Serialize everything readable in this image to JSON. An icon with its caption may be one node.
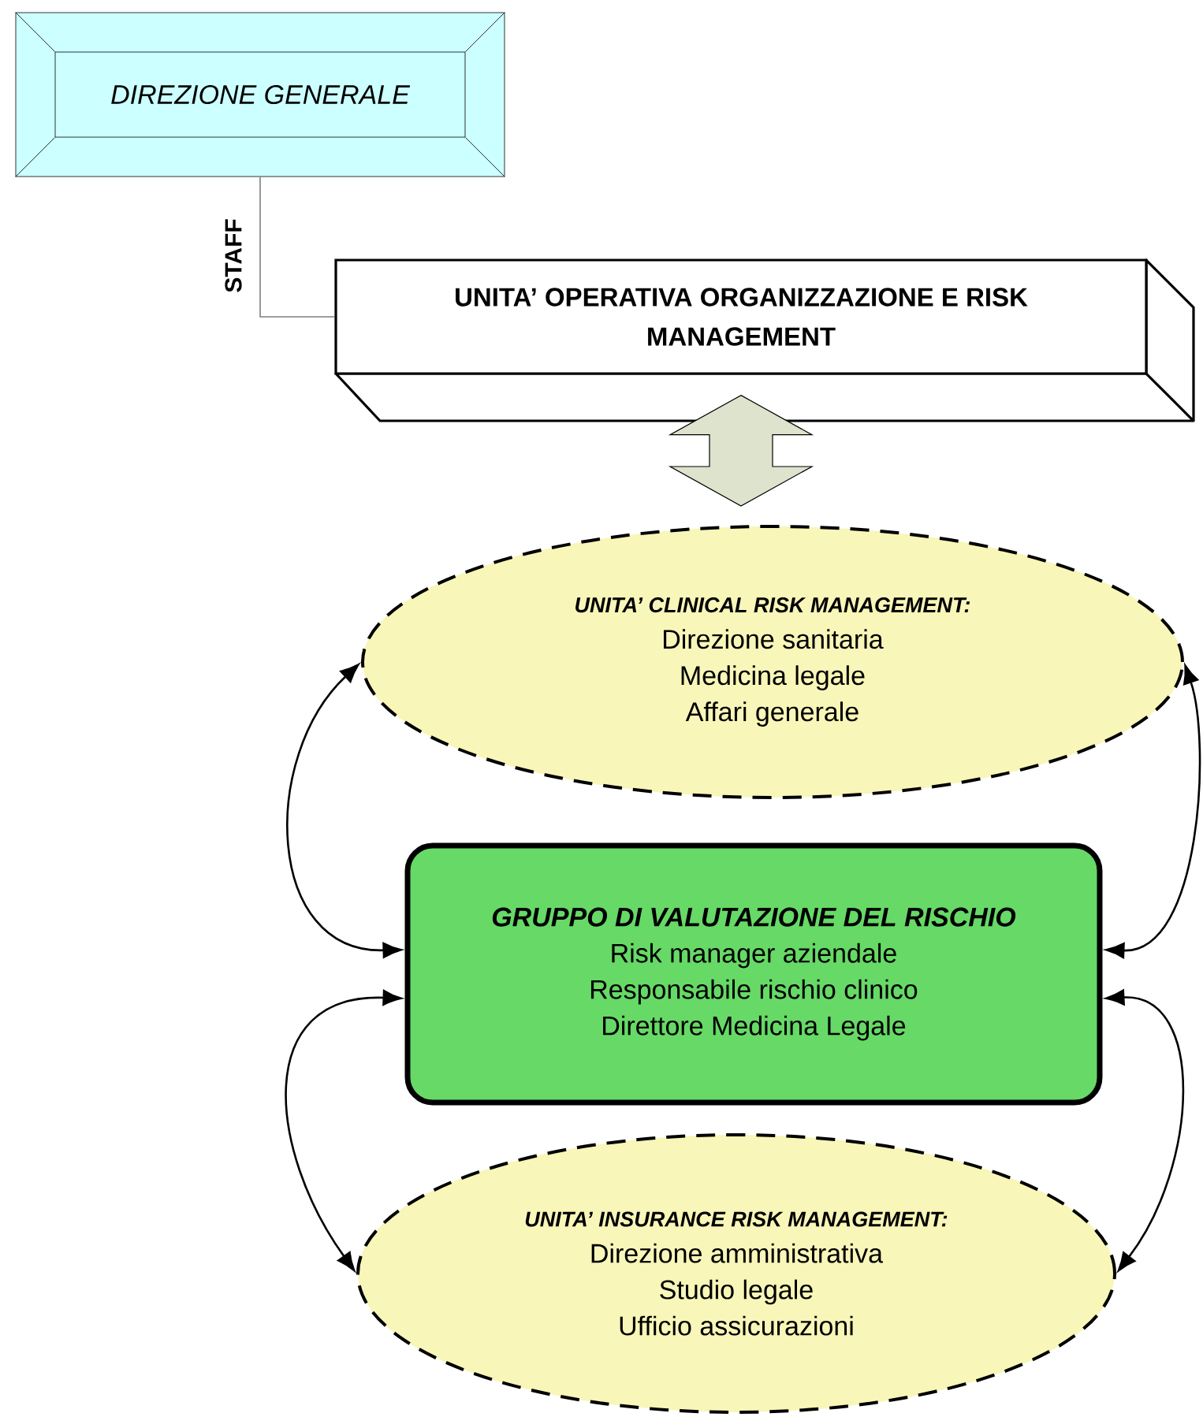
{
  "diagram": {
    "nodes": [
      {
        "text": [
          "DIREZIONE GENERALE"
        ]
      },
      {
        "text": [
          "UNITA’ OPERATIVA ORGANIZZAZIONE E RISK MANAGEMENT"
        ]
      },
      {
        "text": [
          "UNITA’ CLINICAL RISK MANAGEMENT:",
          "Direzione sanitaria",
          "Medicina legale",
          "Affari generale"
        ]
      },
      {
        "text": [
          "GRUPPO DI VALUTAZIONE DEL RISCHIO",
          "Risk manager aziendale",
          "Responsabile rischio clinico",
          "Direttore Medicina Legale"
        ]
      },
      {
        "text": [
          "UNITA’ INSURANCE RISK MANAGEMENT:",
          "Direzione amministrativa",
          "Studio legale",
          "Ufficio assicurazioni"
        ]
      }
    ],
    "edges": [
      {
        "from": 0,
        "to": 1,
        "arrow": "none",
        "label": "STAFF",
        "color": "#808080"
      },
      {
        "from": 1,
        "to": 2,
        "arrow": "both",
        "style": "thick",
        "color": "#dde3cc"
      },
      {
        "from": 3,
        "to": 2,
        "arrow": "both"
      },
      {
        "from": 3,
        "to": 4,
        "arrow": "both"
      },
      {
        "from": 3,
        "to": 2,
        "arrow": "both"
      },
      {
        "from": 3,
        "to": 4,
        "arrow": "both"
      }
    ]
  }
}
